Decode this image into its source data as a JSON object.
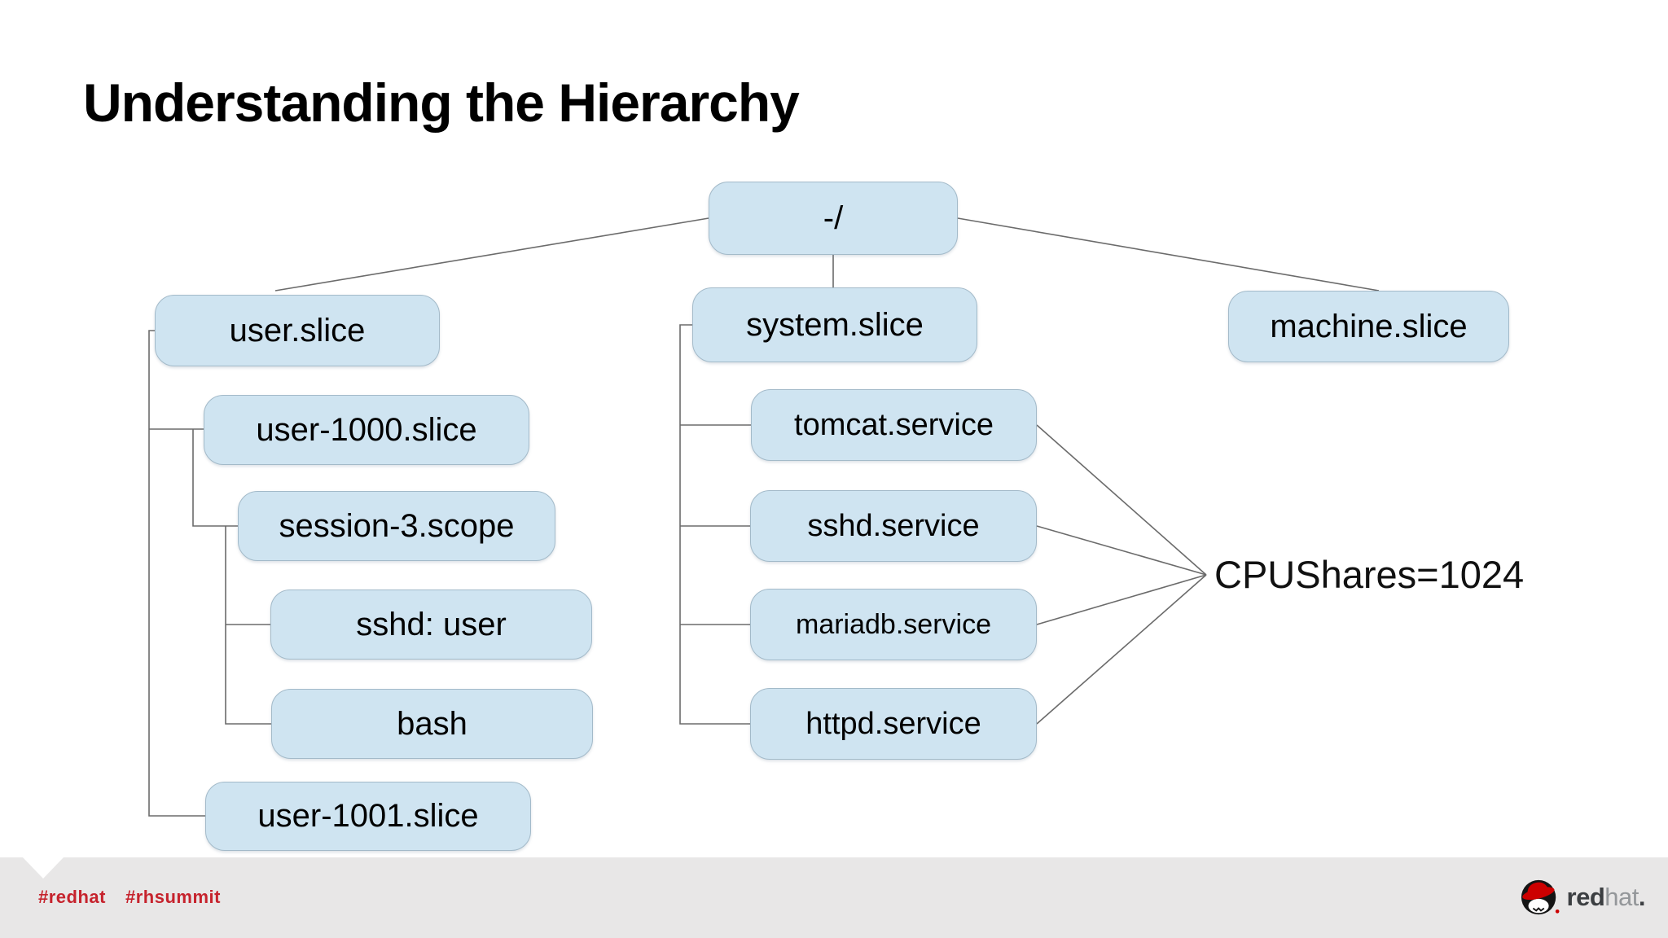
{
  "slide": {
    "title": "Understanding the Hierarchy",
    "background": "#ffffff"
  },
  "diagram": {
    "nodes": {
      "root": {
        "label": "-/"
      },
      "user_slice": {
        "label": "user.slice"
      },
      "user_1000_slice": {
        "label": "user-1000.slice"
      },
      "session_3_scope": {
        "label": "session-3.scope"
      },
      "sshd_user": {
        "label": "sshd: user"
      },
      "bash": {
        "label": "bash"
      },
      "user_1001_slice": {
        "label": "user-1001.slice"
      },
      "system_slice": {
        "label": "system.slice"
      },
      "tomcat_service": {
        "label": "tomcat.service"
      },
      "sshd_service": {
        "label": "sshd.service"
      },
      "mariadb_service": {
        "label": "mariadb.service"
      },
      "httpd_service": {
        "label": "httpd.service"
      },
      "machine_slice": {
        "label": "machine.slice"
      }
    },
    "edges": [
      {
        "from": "root",
        "to": "user_slice"
      },
      {
        "from": "root",
        "to": "system_slice"
      },
      {
        "from": "root",
        "to": "machine_slice"
      },
      {
        "from": "user_slice",
        "to": "user_1000_slice"
      },
      {
        "from": "user_slice",
        "to": "user_1001_slice"
      },
      {
        "from": "user_1000_slice",
        "to": "session_3_scope"
      },
      {
        "from": "session_3_scope",
        "to": "sshd_user"
      },
      {
        "from": "session_3_scope",
        "to": "bash"
      },
      {
        "from": "system_slice",
        "to": "tomcat_service"
      },
      {
        "from": "system_slice",
        "to": "sshd_service"
      },
      {
        "from": "system_slice",
        "to": "mariadb_service"
      },
      {
        "from": "system_slice",
        "to": "httpd_service"
      },
      {
        "from": "tomcat_service",
        "to": "cpushares_annotation"
      },
      {
        "from": "sshd_service",
        "to": "cpushares_annotation"
      },
      {
        "from": "mariadb_service",
        "to": "cpushares_annotation"
      },
      {
        "from": "httpd_service",
        "to": "cpushares_annotation"
      }
    ],
    "annotation": {
      "label": "CPUShares=1024"
    },
    "colors": {
      "node_fill": "#cfe4f1",
      "node_border": "#a3bac9",
      "connector": "#6b6b6b"
    }
  },
  "footer": {
    "hashtags": [
      {
        "label": "#redhat"
      },
      {
        "label": "#rhsummit"
      }
    ],
    "logo": {
      "red": "red",
      "hat": "hat",
      "period": "."
    },
    "colors": {
      "bar": "#e8e7e7",
      "hashtag_red": "#c6232d",
      "logo_red": "#cc0000"
    }
  }
}
